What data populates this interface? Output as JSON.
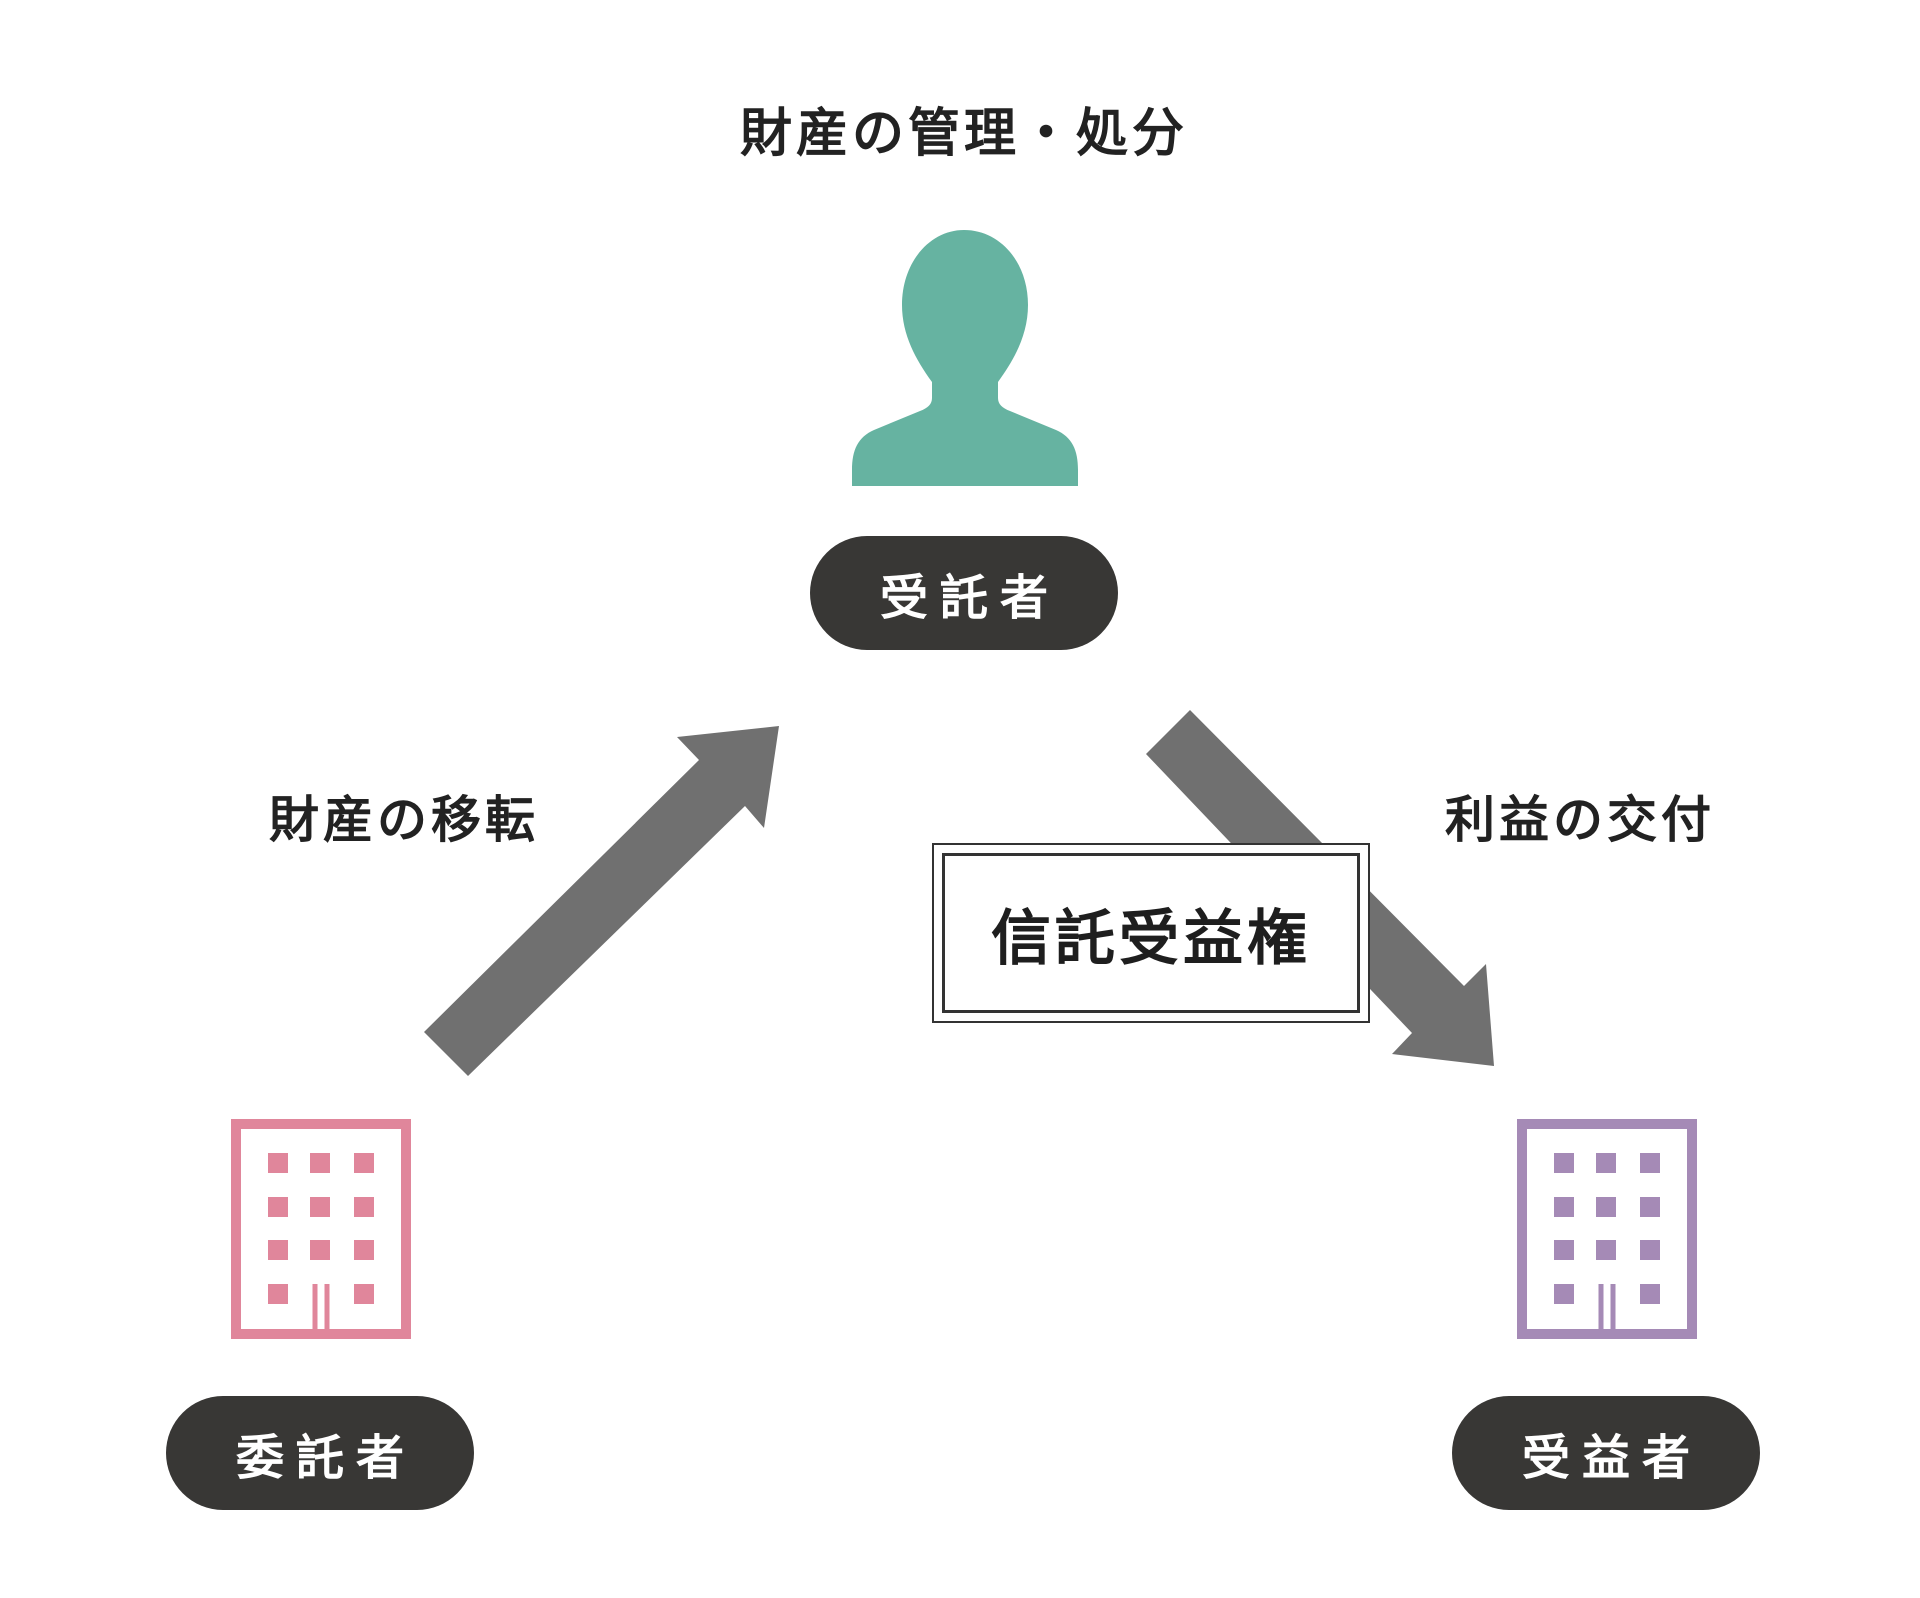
{
  "title": "財産の管理・処分",
  "parties": {
    "trustee": "受託者",
    "settlor": "委託者",
    "beneficiary": "受益者"
  },
  "arrows": {
    "settlor_to_trustee": "財産の移転",
    "trustee_to_beneficiary": "利益の交付"
  },
  "rights_label": "信託受益権",
  "icons": {
    "trustee": "person-icon",
    "settlor": "building-icon",
    "beneficiary": "building-icon"
  },
  "colors": {
    "trustee_icon": "#66b3a1",
    "settlor_icon": "#e0869b",
    "beneficiary_icon": "#a58ab6",
    "arrow": "#707070",
    "pill": "#383735"
  }
}
